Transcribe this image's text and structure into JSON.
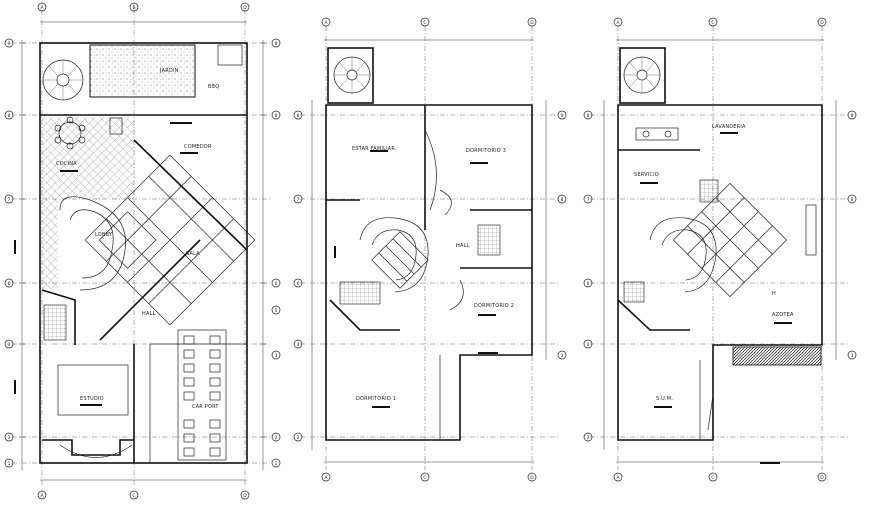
{
  "plans": [
    {
      "id": "planta-baja",
      "grid_top": [
        "A",
        "B",
        "D"
      ],
      "grid_bottom": [
        "A",
        "C",
        "D"
      ],
      "grid_left": [
        "9",
        "8",
        "7",
        "6",
        "4",
        "3",
        "1"
      ],
      "grid_right": [
        "9",
        "8",
        "6",
        "5",
        "3",
        "2",
        "1"
      ],
      "rooms": {
        "comedor": "COMEDOR",
        "cocina": "COCINA",
        "sala": "SALA",
        "lobby": "LOBBY",
        "hall": "HALL",
        "estudio": "ESTUDIO",
        "jardin": "JARDIN",
        "car_port": "CAR PORT",
        "bbq": "BBQ"
      }
    },
    {
      "id": "planta-alta",
      "grid_top": [
        "A",
        "C",
        "D"
      ],
      "grid_bottom": [
        "A",
        "C",
        "D"
      ],
      "grid_left": [
        "8",
        "7",
        "6",
        "4",
        "2"
      ],
      "grid_right": [
        "9",
        "8",
        "3"
      ],
      "rooms": {
        "estar": "ESTAR FAMILIAR",
        "dorm3": "DORMITORIO 3",
        "dorm2": "DORMITORIO 2",
        "dorm1": "DORMITORIO 1",
        "hall": "HALL"
      }
    },
    {
      "id": "azotea",
      "grid_top": [
        "A",
        "C",
        "D"
      ],
      "grid_bottom": [
        "A",
        "C",
        "D"
      ],
      "grid_left": [
        "8",
        "7",
        "6",
        "4",
        "2"
      ],
      "grid_right": [
        "9",
        "8",
        "3"
      ],
      "rooms": {
        "lavanderia": "LAVANDERIA",
        "servicio": "SERVICIO",
        "azotea": "AZOTEA",
        "sum": "S.U.M.",
        "h": "H"
      }
    }
  ]
}
